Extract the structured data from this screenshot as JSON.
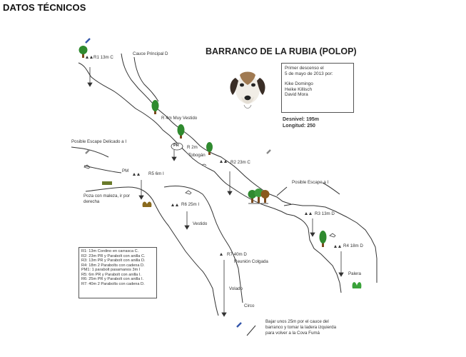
{
  "page_heading": "DATOS TÉCNICOS",
  "topo": {
    "title": "BARRANCO DE LA RUBIA (POLOP)",
    "info_lines": [
      "Primer descenso el",
      "5 de mayo de 2013 por:",
      "",
      "Kike Domingo",
      "Heike Killisch",
      "David Mora"
    ],
    "desnivel": "Desnivel: 195m",
    "longitud": "Longitud: 250",
    "labels": {
      "r1": "R1 13m C",
      "cauce_principal": "Cauce Principal D",
      "r4m_muy_vestido": "R 4m Muy Vestido",
      "pr_badge": "PR",
      "r2m": "R 2m",
      "tobogan": "Tobogán",
      "r2": "R2 23m C",
      "escape_delicado": "Posible Escape Delicado a I",
      "pm": "PM",
      "r5": "R5 6m I",
      "poza_line1": "Poza con maleza, ir por",
      "poza_line2": "derecha",
      "r6": "R6 25m I",
      "vestido": "Vestido",
      "escape_i": "Posible Escape a I",
      "r3": "R3 13m D",
      "r4": "R4 18m D",
      "palera": "Palera",
      "r7": "R7 40m D",
      "reunion_colgada": "Reunión Colgada",
      "volado": "Volado",
      "circo": "Circo",
      "exit_line1": "Bajar unos 25m por el cauce del",
      "exit_line2": "barranco y tomar la ladera izquierda",
      "exit_line3": "para volver a la Cova Fumá"
    },
    "legend": [
      "R1: 13m Cordino en carrasca C.",
      "R2: 23m PR y Parabolt con anilla C.",
      "R3: 13m PR y Parabolt con anilla D.",
      "R4: 18m 2 Parabolts con cadena D.",
      "PM1: 1 parabolt pasamanos 3m I",
      "R5: 6m PR y Parabolt con anilla I.",
      "R6: 25m PR y Parabolt con anilla I.",
      "R7: 40m 2 Parabolts con cadena D."
    ],
    "colors": {
      "line": "#333333",
      "tree_canopy": "#2f8a2f",
      "tree_trunk": "#7a4a1e",
      "scrub": "#3aa23a"
    }
  }
}
